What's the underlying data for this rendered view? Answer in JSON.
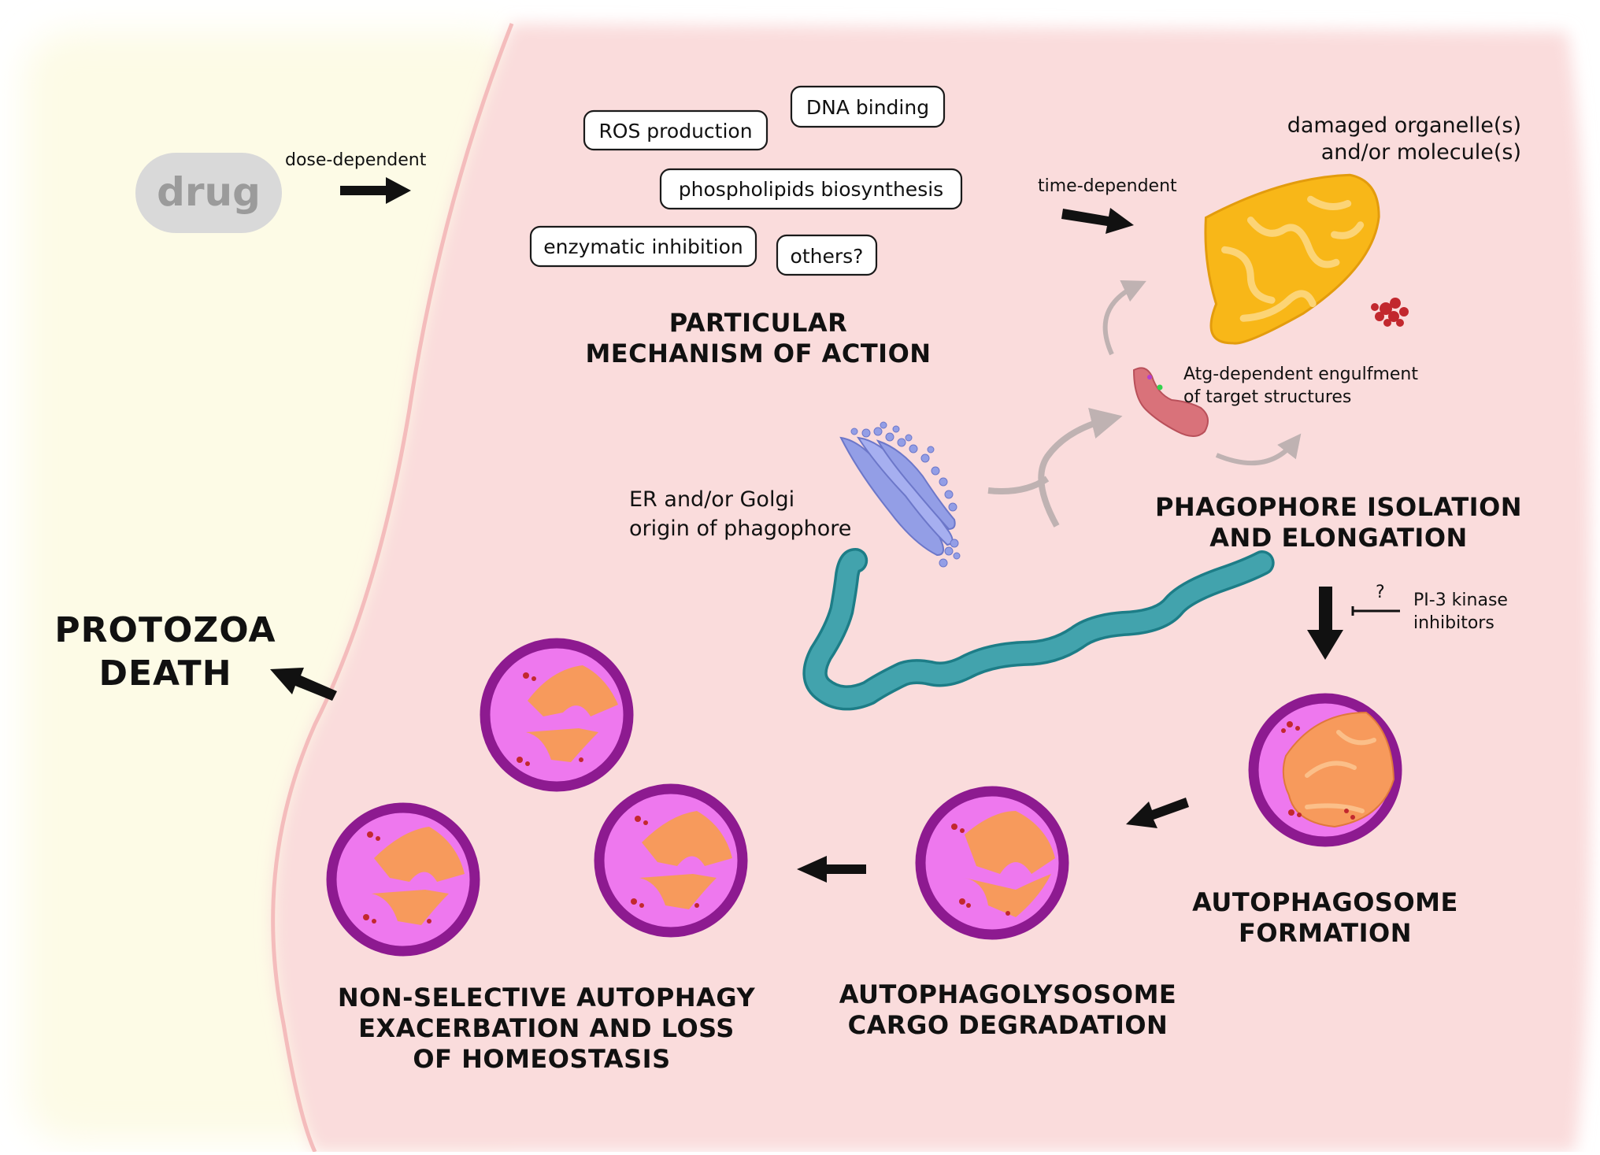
{
  "drug": {
    "label": "drug"
  },
  "dose_label": "dose-dependent",
  "time_label": "time-dependent",
  "mechanisms": [
    "ROS production",
    "DNA binding",
    "phospholipids biosynthesis",
    "enzymatic inhibition",
    "others?"
  ],
  "mechanism_title": [
    "PARTICULAR",
    "MECHANISM OF ACTION"
  ],
  "damaged": [
    "damaged organelle(s)",
    "and/or molecule(s)"
  ],
  "atg": [
    "Atg-dependent engulfment",
    "of target structures"
  ],
  "er_golgi": [
    "ER and/or Golgi",
    "origin of phagophore"
  ],
  "phagophore": [
    "PHAGOPHORE ISOLATION",
    "AND ELONGATION"
  ],
  "pi3k": {
    "question": "?",
    "lines": [
      "PI-3 kinase",
      "inhibitors"
    ]
  },
  "autophagosome": [
    "AUTOPHAGOSOME",
    "FORMATION"
  ],
  "autophagolysosome": [
    "AUTOPHAGOLYSOSOME",
    "CARGO DEGRADATION"
  ],
  "nonselective": [
    "NON-SELECTIVE AUTOPHAGY",
    "EXACERBATION AND LOSS",
    "OF HOMEOSTASIS"
  ],
  "death": [
    "PROTOZOA",
    "DEATH"
  ],
  "colors": {
    "outside": "#fdfbe6",
    "cell": "#fadcdc",
    "drug_blob": "#d9d9d9",
    "drug_text": "#9b9b9b",
    "mitochondrion": "#f8b718",
    "vesicle_fill": "#ee78ee",
    "vesicle_ring": "#8d1a90",
    "cargo": "#f79a5c",
    "er": "#939ee6",
    "tubule": "#42a3ad",
    "phagophore": "#d9727a"
  }
}
